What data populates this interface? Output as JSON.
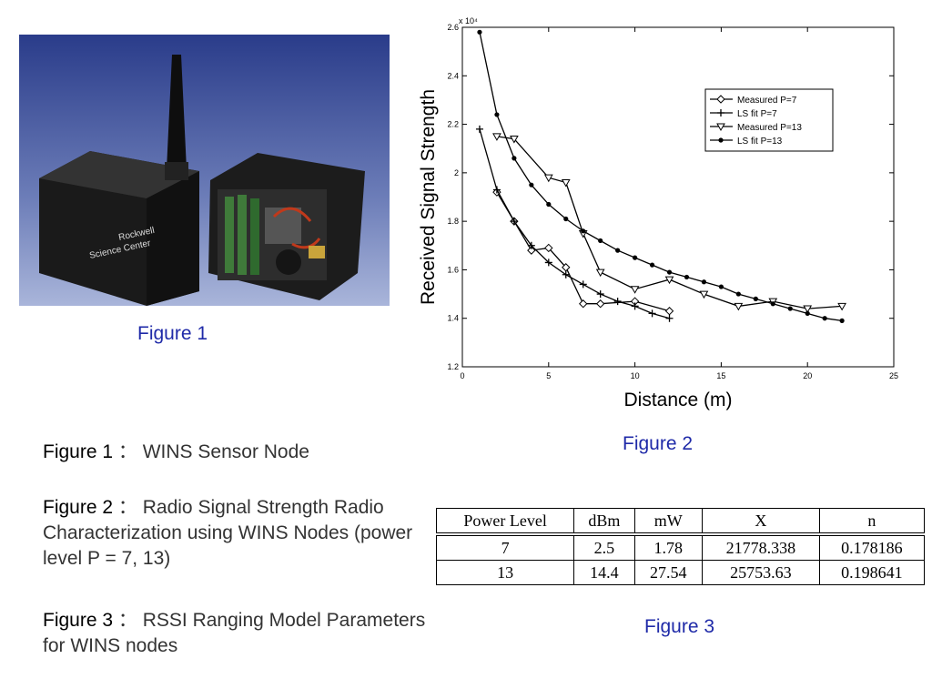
{
  "figure1": {
    "caption": "Figure 1",
    "labels": {
      "box_text_1": "Rockwell",
      "box_text_2": "Science Center"
    }
  },
  "figure2": {
    "caption": "Figure 2"
  },
  "figure3": {
    "caption": "Figure 3"
  },
  "descriptions": [
    {
      "label": "Figure 1",
      "sep": "：",
      "text": "WINS Sensor Node"
    },
    {
      "label": "Figure 2",
      "sep": "：",
      "text": "Radio Signal Strength Radio Characterization using WINS Nodes (power level P = 7, 13)"
    },
    {
      "label": "Figure 3",
      "sep": "：",
      "text": "RSSI Ranging Model Parameters for WINS nodes"
    }
  ],
  "table": {
    "headers": [
      "Power Level",
      "dBm",
      "mW",
      "X",
      "n"
    ],
    "rows": [
      [
        "7",
        "2.5",
        "1.78",
        "21778.338",
        "0.178186"
      ],
      [
        "13",
        "14.4",
        "27.54",
        "25753.63",
        "0.198641"
      ]
    ]
  },
  "chart_data": {
    "type": "line",
    "title": "",
    "xlabel": "Distance (m)",
    "ylabel": "Received Signal Strength",
    "y_multiplier_label": "x 10⁴",
    "xlim": [
      0,
      25
    ],
    "ylim": [
      1.2,
      2.6
    ],
    "xticks": [
      0,
      5,
      10,
      15,
      20,
      25
    ],
    "yticks": [
      1.2,
      1.4,
      1.6,
      1.8,
      2,
      2.2,
      2.4,
      2.6
    ],
    "grid": false,
    "legend_position": "top-right",
    "series": [
      {
        "name": "Measured P=7",
        "marker": "diamond",
        "x": [
          2,
          3,
          4,
          5,
          6,
          7,
          8,
          10,
          12
        ],
        "y": [
          1.92,
          1.8,
          1.68,
          1.69,
          1.61,
          1.46,
          1.46,
          1.47,
          1.43
        ]
      },
      {
        "name": "LS fit P=7",
        "marker": "plus",
        "x": [
          1,
          2,
          3,
          4,
          5,
          6,
          7,
          8,
          9,
          10,
          11,
          12
        ],
        "y": [
          2.18,
          1.93,
          1.8,
          1.7,
          1.63,
          1.58,
          1.54,
          1.5,
          1.47,
          1.45,
          1.42,
          1.4
        ]
      },
      {
        "name": "Measured P=13",
        "marker": "triangle-down",
        "x": [
          2,
          3,
          5,
          6,
          7,
          8,
          10,
          12,
          14,
          16,
          18,
          20,
          22
        ],
        "y": [
          2.15,
          2.14,
          1.98,
          1.96,
          1.75,
          1.59,
          1.52,
          1.56,
          1.5,
          1.45,
          1.47,
          1.44,
          1.45
        ]
      },
      {
        "name": "LS fit P=13",
        "marker": "dot",
        "x": [
          1,
          2,
          3,
          4,
          5,
          6,
          7,
          8,
          9,
          10,
          11,
          12,
          13,
          14,
          15,
          16,
          17,
          18,
          19,
          20,
          21,
          22
        ],
        "y": [
          2.58,
          2.24,
          2.06,
          1.95,
          1.87,
          1.81,
          1.76,
          1.72,
          1.68,
          1.65,
          1.62,
          1.59,
          1.57,
          1.55,
          1.53,
          1.5,
          1.48,
          1.46,
          1.44,
          1.42,
          1.4,
          1.39
        ]
      }
    ]
  }
}
